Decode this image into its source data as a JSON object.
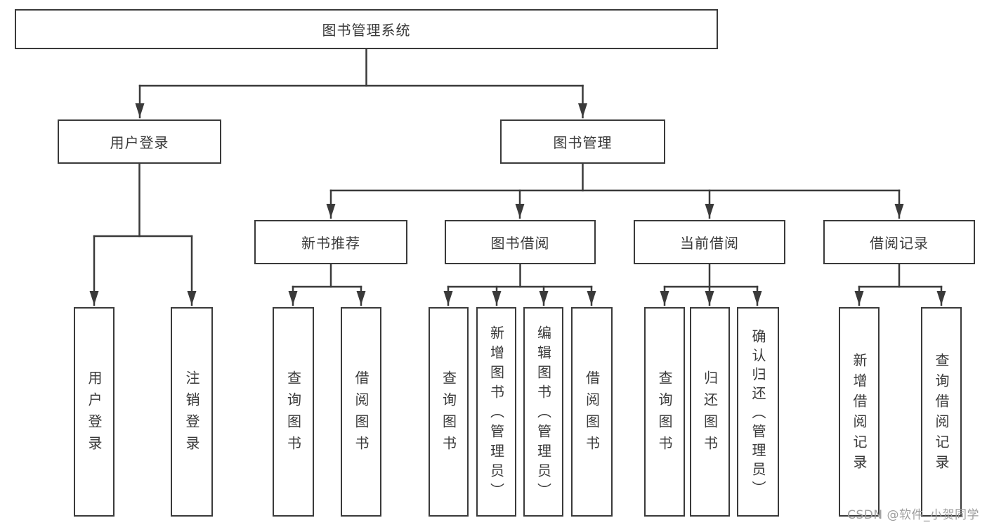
{
  "diagram": {
    "title": "图书管理系统",
    "root": {
      "label": "图书管理系统"
    },
    "level2": [
      {
        "label": "用户登录",
        "parent": "图书管理系统"
      },
      {
        "label": "图书管理",
        "parent": "图书管理系统"
      }
    ],
    "level3": [
      {
        "label": "新书推荐",
        "parent": "图书管理"
      },
      {
        "label": "图书借阅",
        "parent": "图书管理"
      },
      {
        "label": "当前借阅",
        "parent": "图书管理"
      },
      {
        "label": "借阅记录",
        "parent": "图书管理"
      }
    ],
    "leaves": [
      {
        "label": "用户登录",
        "parent": "用户登录"
      },
      {
        "label": "注销登录",
        "parent": "用户登录"
      },
      {
        "label": "查询图书",
        "parent": "新书推荐"
      },
      {
        "label": "借阅图书",
        "parent": "新书推荐"
      },
      {
        "label": "查询图书",
        "parent": "图书借阅"
      },
      {
        "label": "新增图书（管理员）",
        "parent": "图书借阅"
      },
      {
        "label": "编辑图书（管理员）",
        "parent": "图书借阅"
      },
      {
        "label": "借阅图书",
        "parent": "图书借阅"
      },
      {
        "label": "查询图书",
        "parent": "当前借阅"
      },
      {
        "label": "归还图书",
        "parent": "当前借阅"
      },
      {
        "label": "确认归还（管理员）",
        "parent": "当前借阅"
      },
      {
        "label": "新增借阅记录",
        "parent": "借阅记录"
      },
      {
        "label": "查询借阅记录",
        "parent": "借阅记录"
      }
    ]
  },
  "watermark": {
    "text": "CSDN @软件_小贺同学"
  },
  "colors": {
    "line_color": "#3a3a3a",
    "text_color": "#3a3a3a",
    "box_fill": "#ffffff",
    "background": "#ffffff",
    "watermark_color": "#9e9e9e"
  }
}
